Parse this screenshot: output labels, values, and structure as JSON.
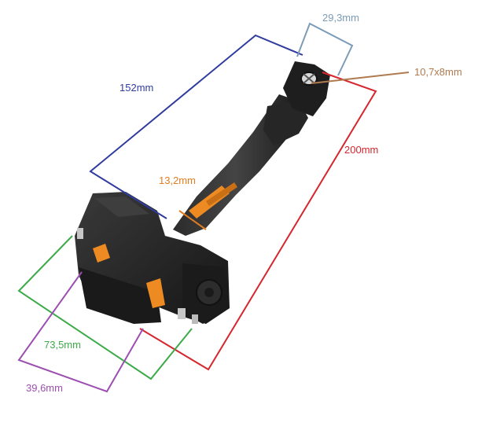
{
  "dimensions": {
    "length_overall": {
      "label": "200mm",
      "color": "#d6262e"
    },
    "length_arm": {
      "label": "152mm",
      "color": "#2f3b9e"
    },
    "top_width": {
      "label": "29,3mm",
      "color": "#7b9bb7"
    },
    "hole_size": {
      "label": "10,7x8mm",
      "color": "#b07a4f"
    },
    "arm_width": {
      "label": "13,2mm",
      "color": "#e27d20"
    },
    "housing_length": {
      "label": "73,5mm",
      "color": "#3daa4a"
    },
    "housing_height": {
      "label": "39,6mm",
      "color": "#9c4fb0"
    }
  },
  "part": {
    "body_color": "#222222",
    "accent_color": "#ee8a22",
    "icon": "door-check-strap-icon"
  }
}
